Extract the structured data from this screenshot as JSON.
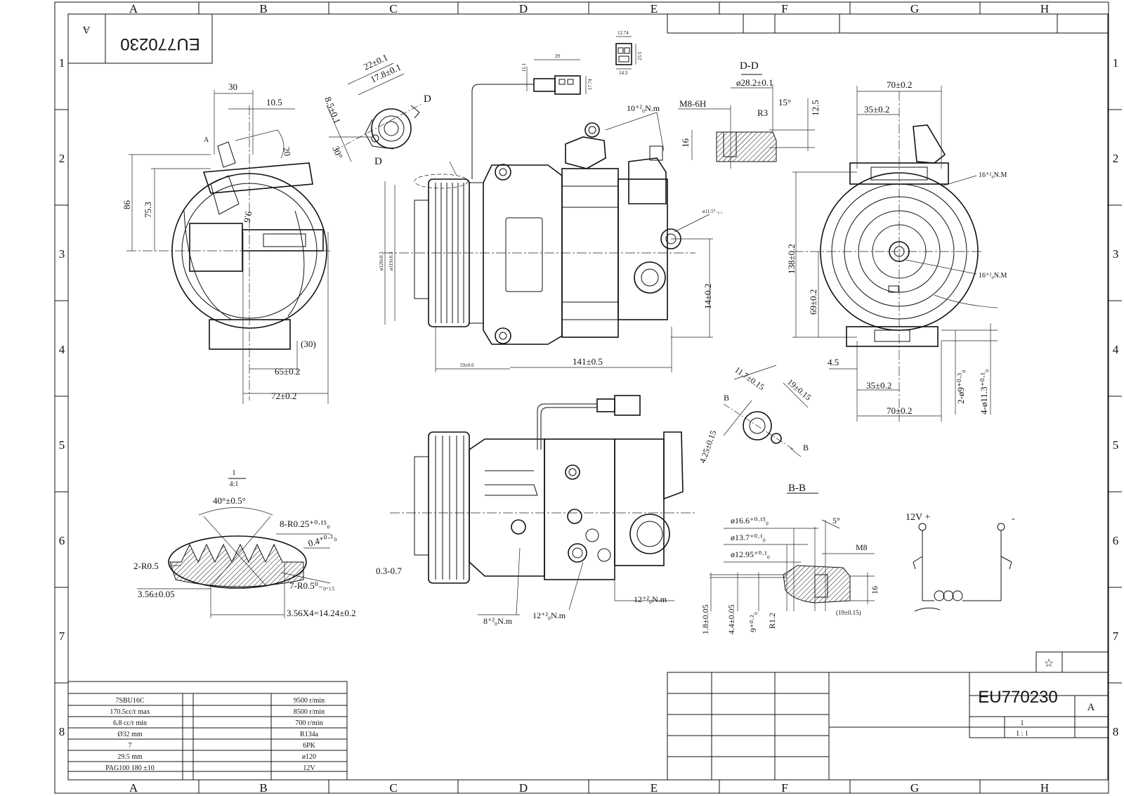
{
  "border": {
    "columns": [
      "A",
      "B",
      "C",
      "D",
      "E",
      "F",
      "G",
      "H"
    ],
    "rows": [
      "1",
      "2",
      "3",
      "4",
      "5",
      "6",
      "7",
      "8"
    ]
  },
  "stamp": {
    "letter": "A",
    "code": "EU770230"
  },
  "title_block": {
    "code": "EU770230",
    "revision": "A",
    "sheet": "1",
    "scale": "1 : 1",
    "symbol": "☆"
  },
  "spec_table": {
    "left": [
      "7SBU16C",
      "170.5cc/r max",
      "6.8 cc/r min",
      "Ø32 mm",
      "7",
      "29.5 mm",
      "PAG100 180 ±10"
    ],
    "right": [
      "9500 r/min",
      "8500 r/min",
      "700 r/min",
      "R134a",
      "6PK",
      "ø120",
      "12V"
    ]
  },
  "dims_view_left": [
    "30",
    "10.5",
    "86",
    "75.3",
    "9.6",
    "20",
    "65±0.2",
    "72±0.2",
    "(30)",
    "A"
  ],
  "dims_connector_detail": [
    "22±0.1",
    "17.8±0.1",
    "8.5±0.1",
    "30°",
    "D",
    "D"
  ],
  "dims_plug": [
    "12.74",
    "23.5",
    "14.3",
    "29",
    "11.1",
    "17.74"
  ],
  "dims_front": [
    "10⁺²₀N.m",
    "ø120±0.3",
    "ø119±0.3",
    "141±0.5",
    "59±0.6",
    "ø11.5⁰₋₀.₁",
    "14±0.2"
  ],
  "section_dd": {
    "title": "D-D",
    "dims": [
      "ø28.2±0.1",
      "M8-6H",
      "15°",
      "R3",
      "12.5",
      "16"
    ]
  },
  "dims_right_view": [
    "70±0.2",
    "35±0.2",
    "16⁺²₀N.M",
    "138±0.2",
    "69±0.2",
    "16⁺²₀N.M",
    "4.5",
    "35±0.2",
    "70±0.2",
    "2-ø9⁺⁰·³₀",
    "4-ø11.3⁺⁰·¹₀"
  ],
  "dims_boss_b": [
    "11.7±0.15",
    "19±0.15",
    "4.25±0.15",
    "B",
    "B"
  ],
  "pulley_detail": {
    "scale_num": "1",
    "scale_den": "4:1",
    "dims": [
      "40°±0.5°",
      "8-R0.25⁺⁰·¹⁵₀",
      "0.4⁺⁰·²₀",
      "2-R0.5",
      "7-R0.5⁰₋₀.₁₅",
      "3.56±0.05",
      "3.56X4=14.24±0.2"
    ]
  },
  "dims_bottom_view": [
    "0.3-0.7",
    "8⁺²₀N.m",
    "12⁺²₀N.m",
    "12⁺²₀N.m"
  ],
  "section_bb": {
    "title": "B-B",
    "dims": [
      "ø16.6⁺⁰·¹⁵₀",
      "ø13.7⁺⁰·¹₀",
      "ø12.95⁺⁰·¹₀",
      "5°",
      "M8",
      "16",
      "1.8±0.05",
      "4.4±0.05",
      "9⁺⁰·²₀",
      "R1.2",
      "(19±0.15)"
    ]
  },
  "wiring": {
    "plus": "12V +",
    "minus": "-"
  }
}
